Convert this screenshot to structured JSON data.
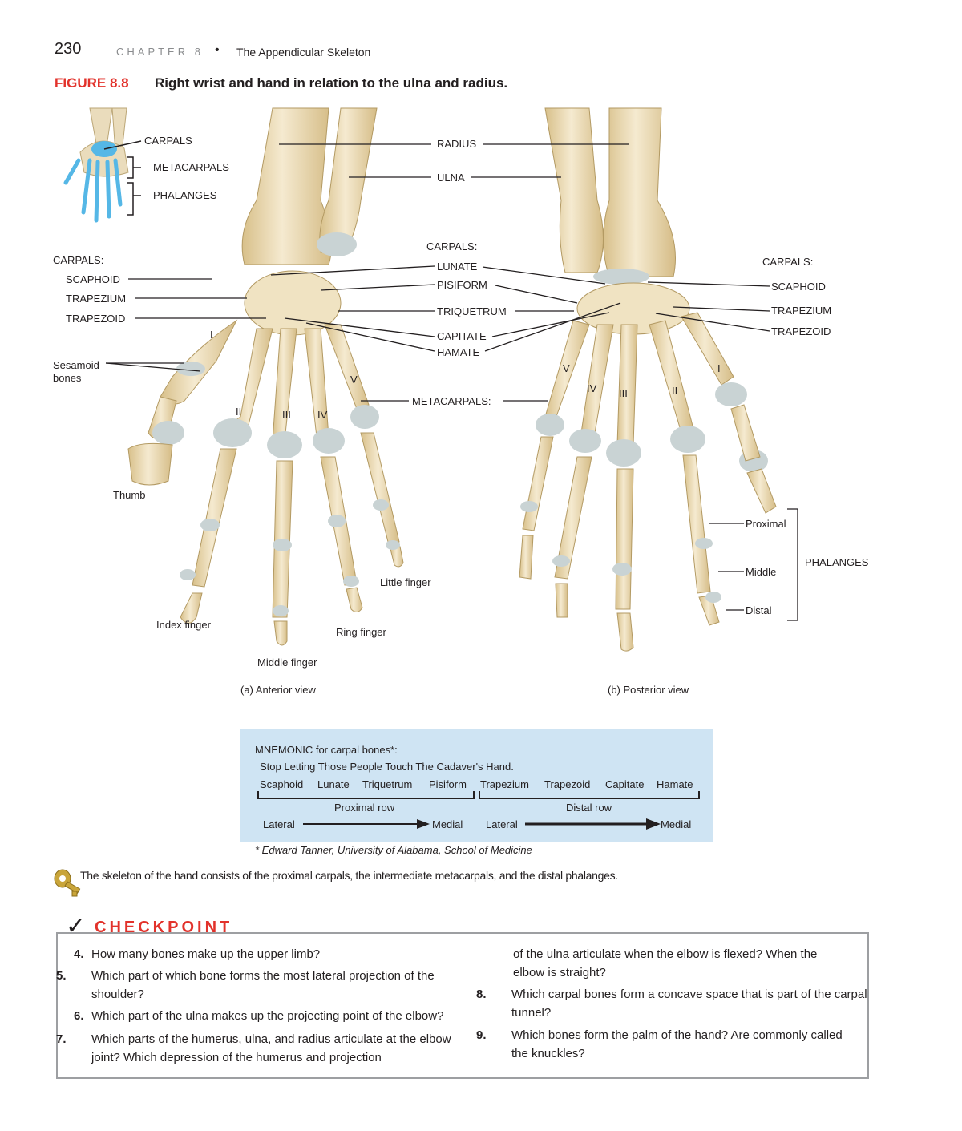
{
  "header": {
    "page_number": "230",
    "chapter": "CHAPTER 8",
    "bullet": "•",
    "section": "The Appendicular Skeleton"
  },
  "figure": {
    "number": "FIGURE 8.8",
    "caption": "Right wrist and hand in relation to the ulna and radius.",
    "inset": {
      "carpals": "CARPALS",
      "metacarpals": "METACARPALS",
      "phalanges": "PHALANGES"
    },
    "center": {
      "radius": "RADIUS",
      "ulna": "ULNA",
      "carpals": "CARPALS:",
      "lunate": "LUNATE",
      "pisiform": "PISIFORM",
      "triquetrum": "TRIQUETRUM",
      "capitate": "CAPITATE",
      "hamate": "HAMATE",
      "metacarpals": "METACARPALS:"
    },
    "anterior": {
      "carpals": "CARPALS:",
      "scaphoid": "SCAPHOID",
      "trapezium": "TRAPEZIUM",
      "trapezoid": "TRAPEZOID",
      "sesamoid": "Sesamoid\nbones",
      "thumb": "Thumb",
      "index": "Index finger",
      "middle": "Middle finger",
      "ring": "Ring finger",
      "little": "Little finger",
      "view": "(a) Anterior view",
      "numerals": [
        "I",
        "II",
        "III",
        "IV",
        "V"
      ]
    },
    "posterior": {
      "carpals": "CARPALS:",
      "scaphoid": "SCAPHOID",
      "trapezium": "TRAPEZIUM",
      "trapezoid": "TRAPEZOID",
      "proximal": "Proximal",
      "middle": "Middle",
      "distal": "Distal",
      "phalanges": "PHALANGES",
      "view": "(b) Posterior view",
      "numerals": [
        "V",
        "IV",
        "III",
        "II",
        "I"
      ]
    }
  },
  "mnemonic": {
    "heading": "MNEMONIC for carpal bones*:",
    "sentence": "Stop Letting Those People Touch The Cadaver's Hand.",
    "bones": [
      "Scaphoid",
      "Lunate",
      "Triquetrum",
      "Pisiform",
      "Trapezium",
      "Trapezoid",
      "Capitate",
      "Hamate"
    ],
    "proximal_row": "Proximal row",
    "distal_row": "Distal row",
    "lateral": "Lateral",
    "medial": "Medial",
    "footnote": "* Edward Tanner, University of Alabama, School of Medicine"
  },
  "key_concept": "The skeleton of the hand consists of the proximal carpals, the intermediate metacarpals, and the distal phalanges.",
  "checkpoint": {
    "title": "CHECKPOINT",
    "mark": "✓",
    "questions": [
      {
        "num": "4.",
        "text": "How many bones make up the upper limb?"
      },
      {
        "num": "5.",
        "text": "Which part of which bone forms the most lateral projection of the shoulder?"
      },
      {
        "num": "6.",
        "text": "Which part of the ulna makes up the projecting point of the elbow?"
      },
      {
        "num": "7.",
        "text": "Which parts of the humerus, ulna, and radius articulate at the elbow joint? Which depression of the humerus and projection"
      },
      {
        "num": "",
        "text": "of the ulna articulate when the elbow is flexed? When the elbow is straight?"
      },
      {
        "num": "8.",
        "text": "Which carpal bones form a concave space that is part of the carpal tunnel?"
      },
      {
        "num": "9.",
        "text": "Which bones form the palm of the hand? Are commonly called the knuckles?"
      }
    ]
  },
  "colors": {
    "accent_red": "#e2322b",
    "bone": "#efe0b8",
    "cartilage": "#c9d3d4",
    "mnemonic_bg": "#cfe4f3",
    "inset_blue": "#55b7e6"
  }
}
